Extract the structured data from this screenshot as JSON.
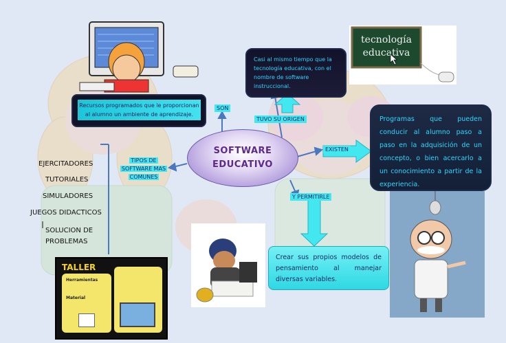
{
  "center": {
    "line1": "SOFTWARE",
    "line2": "EDUCATIVO"
  },
  "links": {
    "son": "SON",
    "tuvo_su_origen": "TUVO SU ORIGEN",
    "existen": "EXISTEN",
    "y_permitirle": "Y PERMITIRLE",
    "tipos": [
      "TIPOS DE",
      "SOFTWARE MAS",
      "COMUNES"
    ]
  },
  "boxes": {
    "son_text": "Recursos programados que le proporcionan al alumno un ambiente de aprendizaje.",
    "origen_text": "Casi al mismo tiempo que la tecnología educativa, con el nombre de software instruccional.",
    "existen_text": "Programas que pueden conducir al alumno paso a paso en la adquisición de un concepto, o bien acercarlo a un conocimiento a partir de la experiencia.",
    "permitirle_text": "Crear sus propios modelos de pensamiento al manejar diversas variables."
  },
  "types": [
    "EJERCITADORES",
    "TUTORIALES",
    "SIMULADORES",
    "JUEGOS DIDACTICOS",
    "SOLUCION DE",
    "PROBLEMAS"
  ],
  "sign": {
    "line1": "tecnología",
    "line2": "educativa"
  },
  "taller": {
    "title": "TALLER",
    "herramientas": "Herramientas",
    "material": "Material"
  },
  "colors": {
    "teal": "#43e7f0",
    "dark_box": "#16162e",
    "cyan_text": "#2dd6ff",
    "center_text": "#5d2a8c"
  }
}
